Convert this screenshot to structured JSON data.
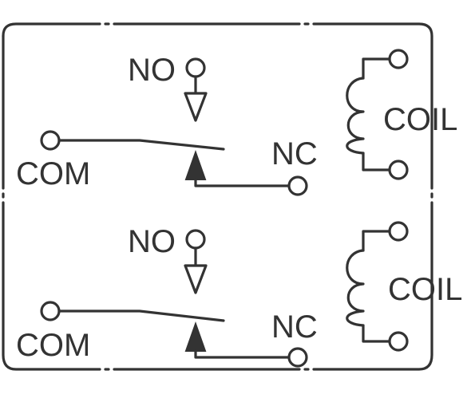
{
  "relays": [
    {
      "no_label": "NO",
      "nc_label": "NC",
      "com_label": "COM",
      "coil_label": "COIL"
    },
    {
      "no_label": "NO",
      "nc_label": "NC",
      "com_label": "COM",
      "coil_label": "COIL"
    }
  ],
  "colors": {
    "ink": "#333333",
    "background": "#ffffff"
  }
}
